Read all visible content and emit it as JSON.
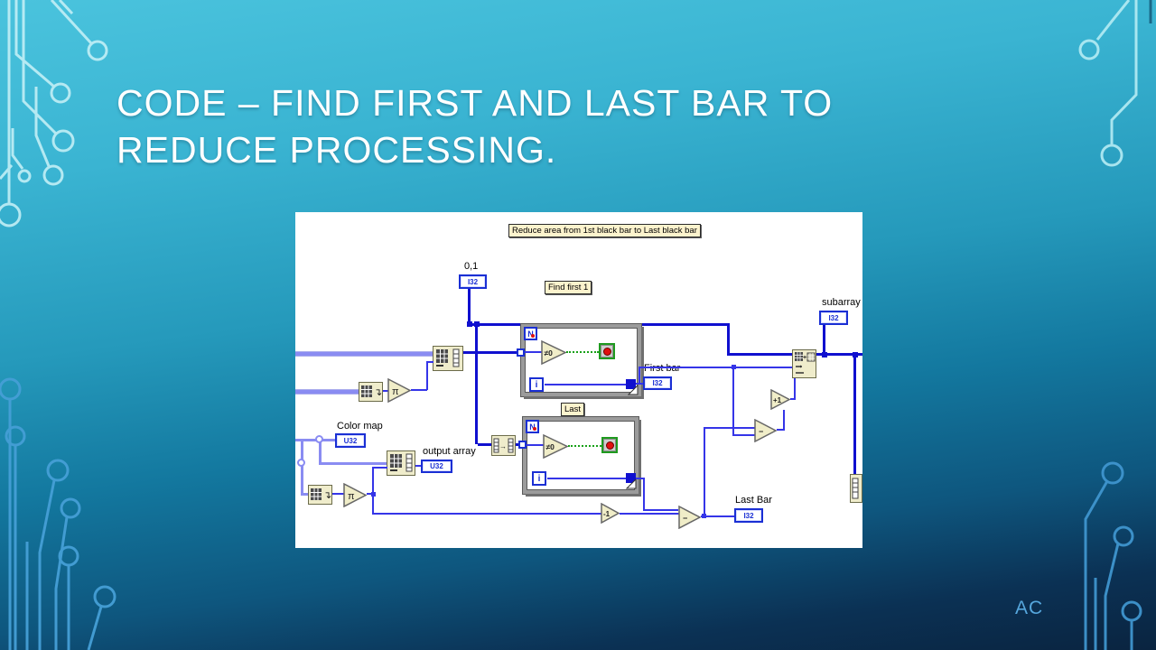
{
  "slide": {
    "title": "CODE – FIND FIRST AND LAST BAR TO REDUCE PROCESSING.",
    "footer": "AC"
  },
  "diagram": {
    "comment_main": "Reduce area from 1st black bar to Last black bar",
    "comment_find_first": "Find first 1",
    "comment_last": "Last",
    "terminals": {
      "const_01": {
        "label": "0,1",
        "type": "I32"
      },
      "subarray": {
        "label": "subarray",
        "type": "I32"
      },
      "first_bar": {
        "label": "First bar",
        "type": "I32"
      },
      "color_map": {
        "label": "Color map",
        "type": "U32"
      },
      "output_array": {
        "label": "output array",
        "type": "U32"
      },
      "last_bar": {
        "label": "Last Bar",
        "type": "I32"
      }
    },
    "glyphs": {
      "neq_zero": "≠0",
      "iteration": "i",
      "loop_count": "N",
      "increment": "+1",
      "decrement": "-1",
      "subtract": "−",
      "pi": "π",
      "bend_arrow": "↴",
      "right_arrow": "→",
      "plus": "+"
    },
    "colors": {
      "wire_blue": "#1010cf",
      "wire_purple": "#8a8cf2",
      "node_fill": "#efeccb",
      "comment_bg": "#fcf3cd",
      "terminal_blue": "#1a2fd4",
      "boolean_green": "#18a018",
      "stop_red": "#e01010"
    }
  }
}
